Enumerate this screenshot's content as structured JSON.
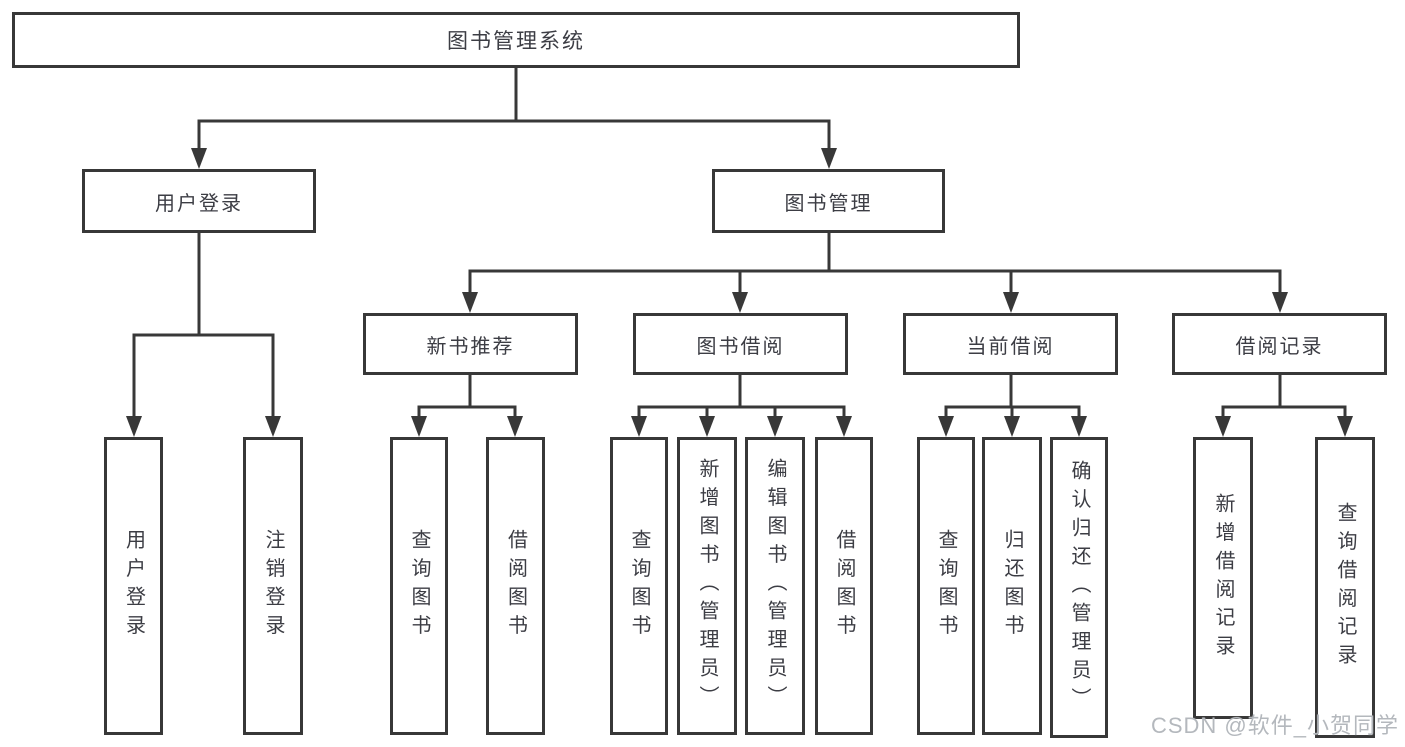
{
  "title": "图书管理系统",
  "tree": {
    "root": {
      "label": "图书管理系统"
    },
    "branches": [
      {
        "label": "用户登录",
        "children": [
          {
            "label": "用户登录"
          },
          {
            "label": "注销登录"
          }
        ]
      },
      {
        "label": "图书管理",
        "children": [
          {
            "label": "新书推荐",
            "children": [
              {
                "label": "查询图书"
              },
              {
                "label": "借阅图书"
              }
            ]
          },
          {
            "label": "图书借阅",
            "children": [
              {
                "label": "查询图书"
              },
              {
                "label": "新增图书（管理员）"
              },
              {
                "label": "编辑图书（管理员）"
              },
              {
                "label": "借阅图书"
              }
            ]
          },
          {
            "label": "当前借阅",
            "children": [
              {
                "label": "查询图书"
              },
              {
                "label": "归还图书"
              },
              {
                "label": "确认归还（管理员）"
              }
            ]
          },
          {
            "label": "借阅记录",
            "children": [
              {
                "label": "新增借阅记录"
              },
              {
                "label": "查询借阅记录"
              }
            ]
          }
        ]
      }
    ]
  },
  "watermark": {
    "text": "CSDN @软件_小贺同学"
  },
  "colors": {
    "line": "#383838",
    "text": "#3c3d44",
    "watermark": "#b4b8bd",
    "background": "#ffffff"
  }
}
